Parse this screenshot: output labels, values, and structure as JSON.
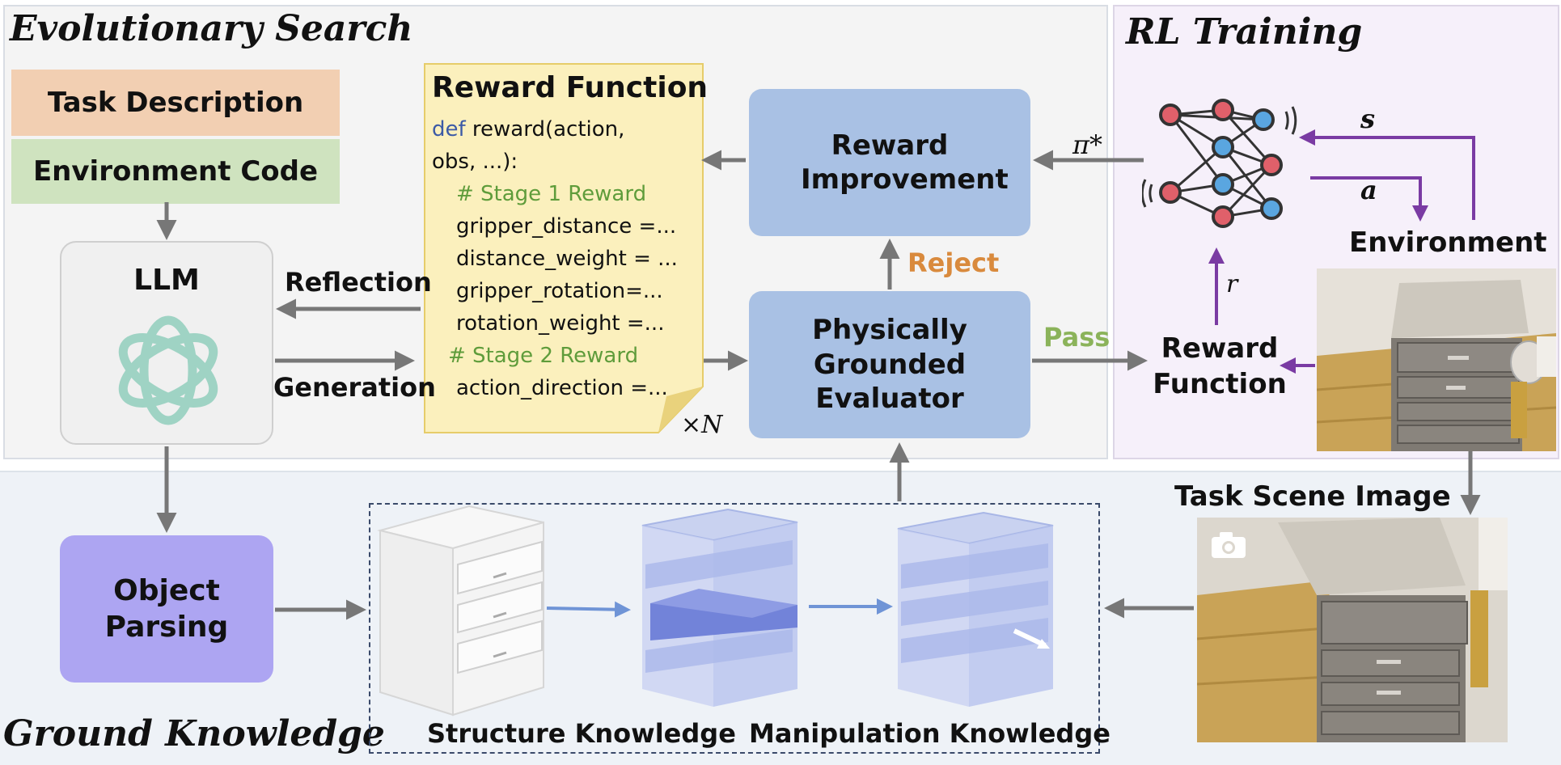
{
  "sections": {
    "evolutionary_search": "Evolutionary Search",
    "rl_training": "RL Training",
    "ground_knowledge": "Ground Knowledge"
  },
  "inputs": {
    "task_description": "Task Description",
    "environment_code": "Environment Code"
  },
  "llm": {
    "label": "LLM",
    "icon": "openai-logo-icon"
  },
  "edges": {
    "reflection": "Reflection",
    "generation": "Generation",
    "reject": "Reject",
    "pass": "Pass",
    "pi_star": "π*",
    "s": "s",
    "a": "a",
    "r": "r",
    "times_n": "×N"
  },
  "reward_card": {
    "title": "Reward Function",
    "code": [
      {
        "kw": "def",
        "text": " reward(action,",
        "comment": false
      },
      {
        "kw": "",
        "text": "obs,  ...):",
        "comment": false
      },
      {
        "kw": "",
        "text": "# Stage 1 Reward",
        "comment": true
      },
      {
        "kw": "",
        "text": "gripper_distance =...",
        "comment": false
      },
      {
        "kw": "",
        "text": "distance_weight = ...",
        "comment": false
      },
      {
        "kw": "",
        "text": "gripper_rotation=...",
        "comment": false
      },
      {
        "kw": "",
        "text": "rotation_weight =...",
        "comment": false
      },
      {
        "kw": "",
        "text": "# Stage 2 Reward",
        "comment": true
      },
      {
        "kw": "",
        "text": "action_direction =...",
        "comment": false
      }
    ]
  },
  "reward_improvement": "Reward Improvement",
  "evaluator": "Physically Grounded Evaluator",
  "rl": {
    "environment": "Environment",
    "reward_function": "Reward Function",
    "icon": "neural-network-icon"
  },
  "ground": {
    "object_parsing": "Object Parsing",
    "task_scene_image": "Task Scene Image",
    "structure_knowledge": "Structure Knowledge",
    "manipulation_knowledge": "Manipulation Knowledge",
    "camera_icon": "camera-icon"
  },
  "colors": {
    "task_description_bg": "#f2cfb2",
    "environment_code_bg": "#cfe3bf",
    "reward_card_bg": "#fbf0bd",
    "blue_box": "#a9c1e4",
    "object_parsing_bg": "#ada5f2",
    "reject": "#d98a3d",
    "pass": "#8bb35a",
    "arrow_gray": "#777777",
    "arrow_purple": "#7a3ba3",
    "comment_green": "#5f9c3b",
    "keyword_blue": "#3c5aa6"
  }
}
